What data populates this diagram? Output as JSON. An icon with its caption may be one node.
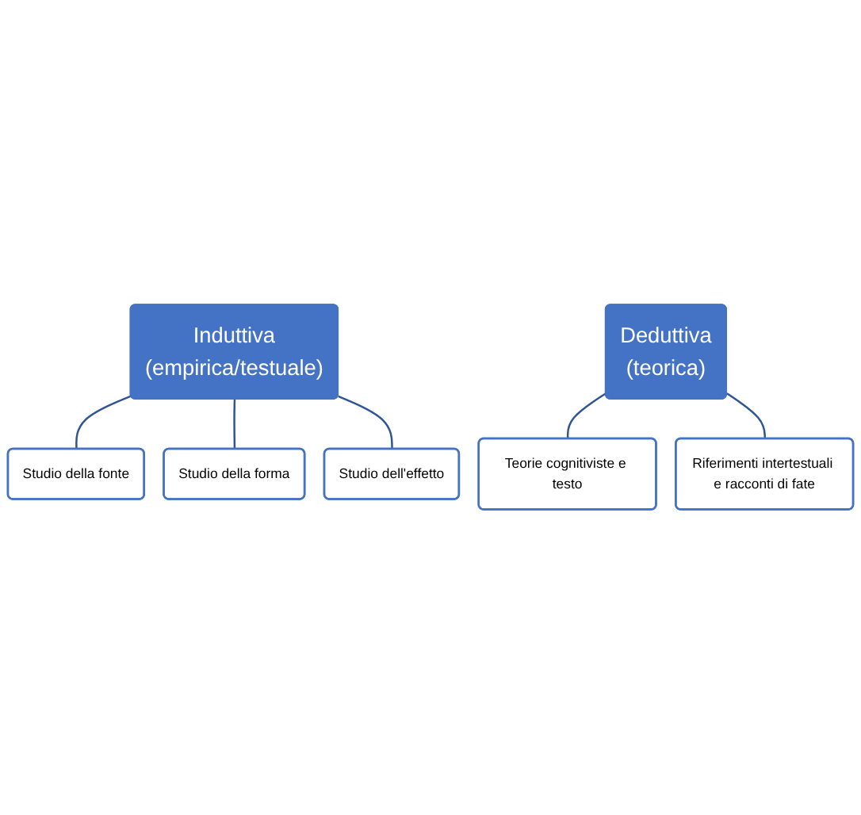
{
  "diagram": {
    "nodes": [
      {
        "text": [
          "Induttiva",
          "(empirica/testuale)"
        ]
      },
      {
        "text": [
          "Studio della fonte"
        ]
      },
      {
        "text": [
          "Studio della forma"
        ]
      },
      {
        "text": [
          "Studio dell'effetto"
        ]
      },
      {
        "text": [
          "Deduttiva",
          "(teorica)"
        ]
      },
      {
        "text": [
          "Teorie cognitiviste e testo"
        ]
      },
      {
        "text": [
          "Riferimenti intertestuali e racconti di fate"
        ]
      }
    ],
    "edges": [
      {
        "from": 0,
        "to": 1,
        "arrow": "none"
      },
      {
        "from": 0,
        "to": 2,
        "arrow": "none"
      },
      {
        "from": 0,
        "to": 3,
        "arrow": "none"
      },
      {
        "from": 4,
        "to": 5,
        "arrow": "none"
      },
      {
        "from": 4,
        "to": 6,
        "arrow": "none"
      }
    ]
  }
}
